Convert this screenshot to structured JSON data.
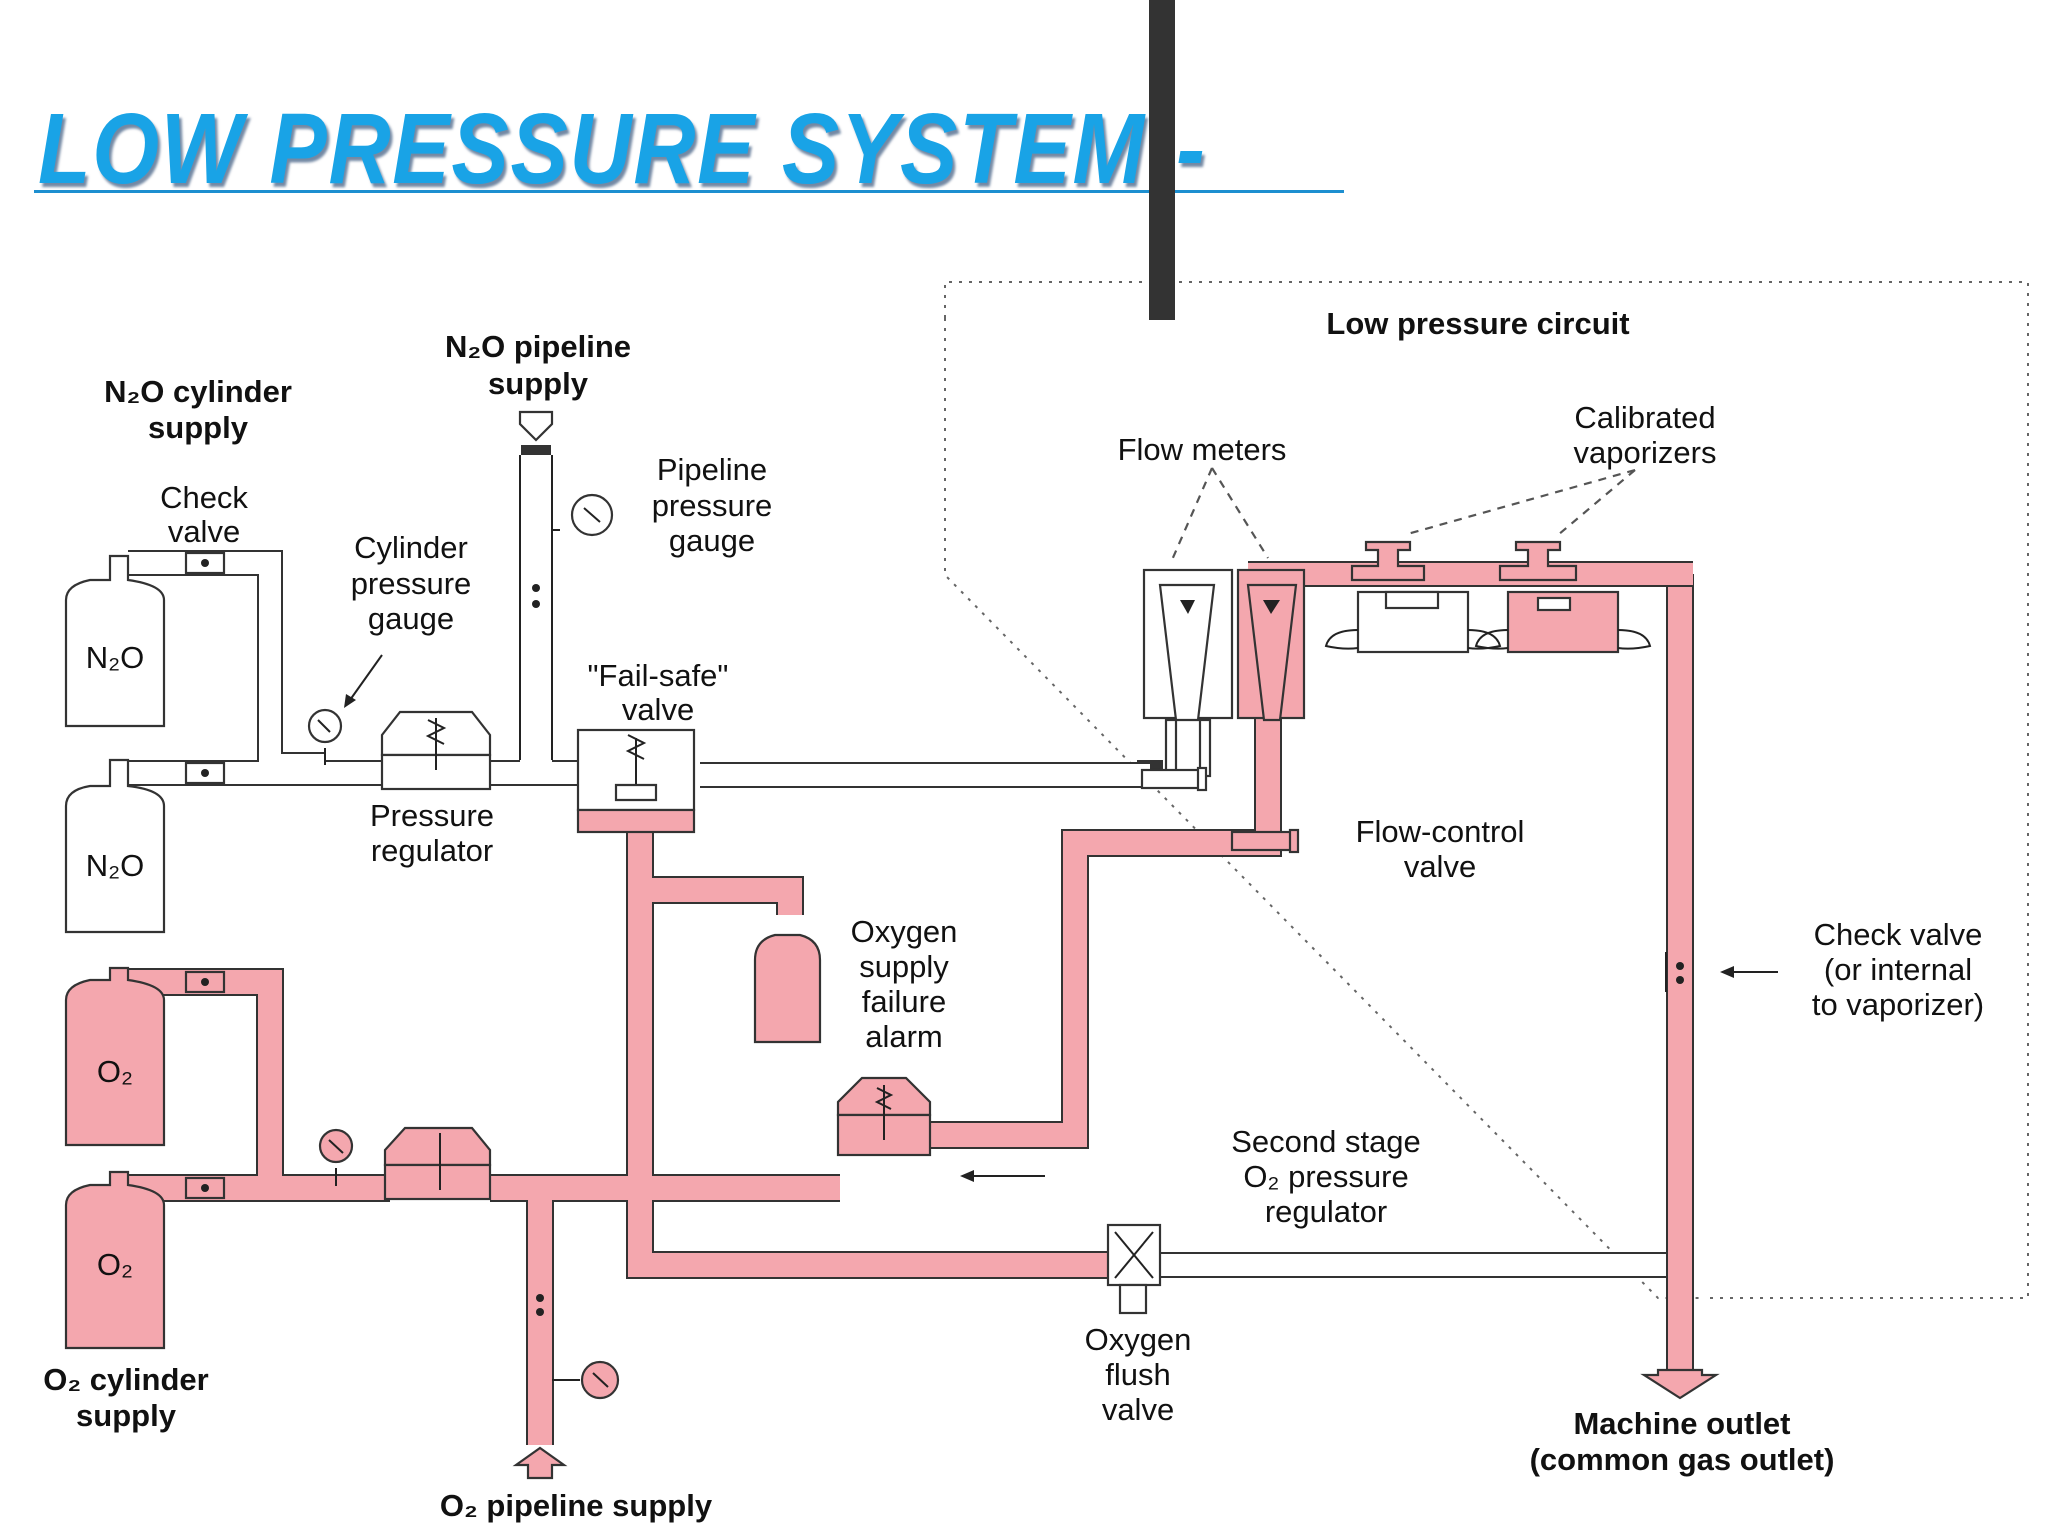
{
  "title": "LOW PRESSURE SYSTEM:-",
  "labels": {
    "low_pressure_circuit": "Low pressure circuit",
    "n2o_pipeline_supply": [
      "N₂O pipeline",
      "supply"
    ],
    "n2o_cylinder_supply": [
      "N₂O cylinder",
      "supply"
    ],
    "check_valve": [
      "Check",
      "valve"
    ],
    "cylinder_pressure_gauge": [
      "Cylinder",
      "pressure",
      "gauge"
    ],
    "pipeline_pressure_gauge": [
      "Pipeline",
      "pressure",
      "gauge"
    ],
    "fail_safe_valve": [
      "\"Fail-safe\"",
      "valve"
    ],
    "pressure_regulator": [
      "Pressure",
      "regulator"
    ],
    "n2o_cylinder_1": "N₂O",
    "n2o_cylinder_2": "N₂O",
    "flow_meters": "Flow meters",
    "calibrated_vaporizers": [
      "Calibrated",
      "vaporizers"
    ],
    "flow_control_valve": [
      "Flow-control",
      "valve"
    ],
    "oxygen_supply_failure_alarm": [
      "Oxygen",
      "supply",
      "failure",
      "alarm"
    ],
    "check_valve_vaporizer": [
      "Check valve",
      "(or internal",
      "to vaporizer)"
    ],
    "o2_cylinder_1": "O₂",
    "o2_cylinder_2": "O₂",
    "second_stage_regulator": [
      "Second stage",
      "O₂ pressure",
      "regulator"
    ],
    "oxygen_flush_valve": [
      "Oxygen",
      "flush",
      "valve"
    ],
    "o2_cylinder_supply": [
      "O₂ cylinder",
      "supply"
    ],
    "machine_outlet": [
      "Machine outlet",
      "(common gas outlet)"
    ],
    "o2_pipeline_supply": "O₂ pipeline supply"
  },
  "colors": {
    "title": "#19a3e6",
    "oxygen_path": "#f4a7ae",
    "nitrous_oxide_path": "#ffffff",
    "outline": "#333333"
  }
}
